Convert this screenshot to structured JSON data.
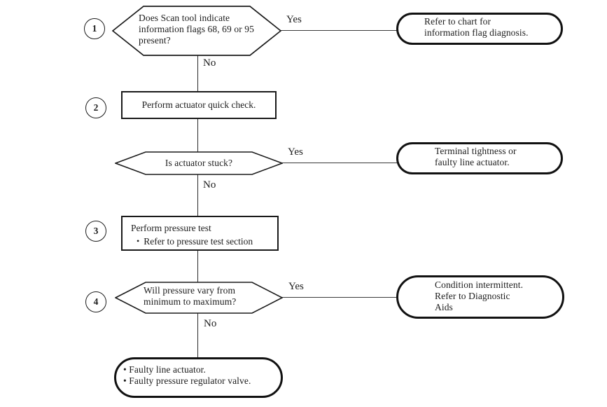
{
  "flow": {
    "step1": {
      "number": "1",
      "question": "Does Scan tool indicate\ninformation flags 68, 69 or 95\npresent?",
      "yes": "Yes",
      "no": "No",
      "result": "Refer to chart for\ninformation  flag diagnosis."
    },
    "step2": {
      "number": "2",
      "action": "Perform actuator quick check."
    },
    "decision2": {
      "question": "Is actuator stuck?",
      "yes": "Yes",
      "no": "No",
      "result": "Terminal tightness or\nfaulty line actuator."
    },
    "step3": {
      "number": "3",
      "action_line1": "Perform pressure test",
      "bullet": "•",
      "action_line2": "Refer to pressure test section"
    },
    "step4": {
      "number": "4",
      "question": "Will pressure vary from\nminimum to maximum?",
      "yes": "Yes",
      "no": "No",
      "result": "Condition intermittent.\nRefer to  Diagnostic\nAids"
    },
    "final": {
      "result": "• Faulty line actuator.\n• Faulty pressure regulator valve."
    }
  },
  "colors": {
    "line": "#2a2a2a",
    "background": "#ffffff",
    "ink": "#1c1c1c"
  }
}
